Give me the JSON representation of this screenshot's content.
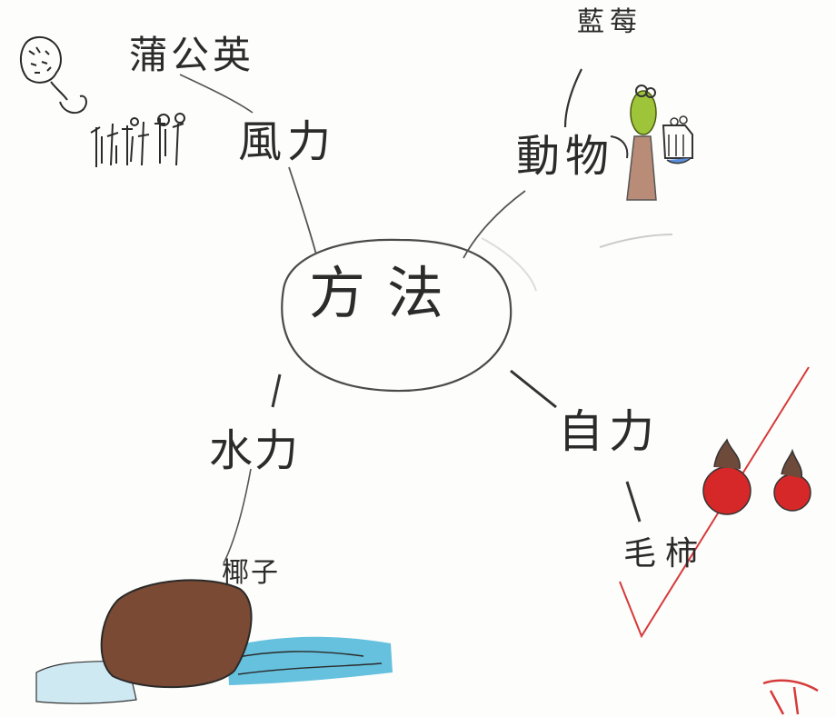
{
  "mindmap": {
    "center": "方法",
    "branches": {
      "wind": {
        "label": "風力",
        "example": "蒲公英"
      },
      "animal": {
        "label": "動物",
        "example": "藍莓"
      },
      "water": {
        "label": "水力",
        "example": "椰子"
      },
      "self": {
        "label": "自力",
        "example": "毛柿"
      }
    }
  },
  "colors": {
    "ink": "#2b2b2b",
    "coconut": "#7a4a34",
    "water": "#4bb6d8",
    "persimmon": "#d62828",
    "red_pen": "#d63a3a",
    "tree_trunk": "#b98c78",
    "leaf": "#9ec43a"
  },
  "icons": [
    "dandelion-icon",
    "blueberry-plant-icon",
    "coconut-icon",
    "persimmon-icon",
    "grade-mark-icon",
    "check-mark-icon"
  ]
}
